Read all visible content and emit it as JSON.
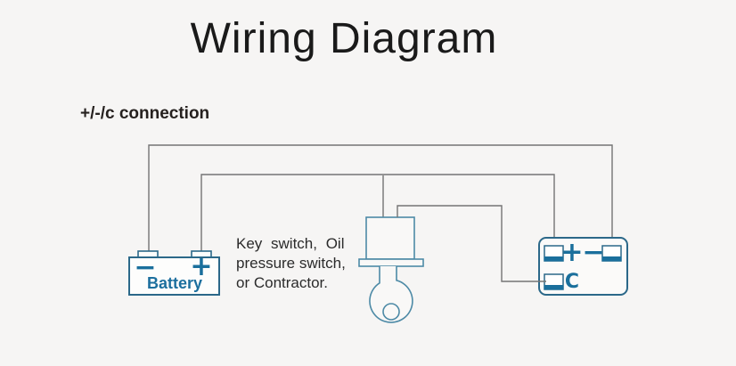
{
  "title": "Wiring Diagram",
  "subtitle": "+/-/c connection",
  "battery": {
    "label": "Battery",
    "minus_symbol": "−",
    "plus_symbol": "+"
  },
  "switch_note": {
    "lines": [
      "Key switch, Oil",
      "pressure switch,",
      "or Contractor."
    ]
  },
  "device": {
    "plus_symbol": "+",
    "minus_symbol": "−",
    "c_label": "C"
  },
  "colors": {
    "background": "#f6f5f4",
    "wire": "#747474",
    "component_outline": "#2b6889",
    "switch_outline": "#4d8aa6",
    "terminal_fill": "#1a6f9c",
    "symbol_text": "#1a6f9c",
    "battery_text": "#1c6f9e",
    "title_text": "#1a1a1a",
    "note_text": "#2b2b2b"
  }
}
